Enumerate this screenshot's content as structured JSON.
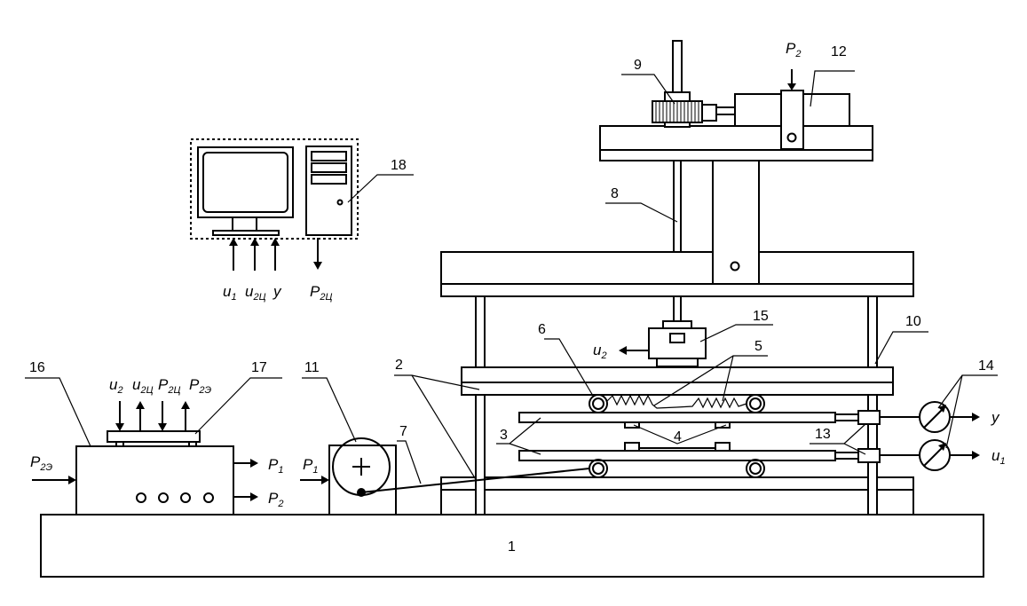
{
  "labels": {
    "base": "1",
    "plate_lower": "2",
    "sample_plates": "3",
    "spacers": "4",
    "springs": "5",
    "roller_upper": "6",
    "cable": "7",
    "screw": "8",
    "gear": "9",
    "column": "10",
    "motor_drive": "11",
    "motor_top": "12",
    "sensor_leads": "13",
    "gauges": "14",
    "force_sensor": "15",
    "controller": "16",
    "interface": "17",
    "computer": "18"
  },
  "signals": {
    "p2_top": {
      "main": "P",
      "sub": "2"
    },
    "u2_sensor": {
      "main": "u",
      "sub": "2"
    },
    "y_out": {
      "main": "y",
      "sub": ""
    },
    "u1_out": {
      "main": "u",
      "sub": "1"
    },
    "p1_in": {
      "main": "P",
      "sub": "1"
    },
    "p1_out": {
      "main": "P",
      "sub": "1"
    },
    "p2_out": {
      "main": "P",
      "sub": "2"
    },
    "p2e_in": {
      "main": "P",
      "sub": "2Э"
    },
    "iface_u2": {
      "main": "u",
      "sub": "2"
    },
    "iface_u2c": {
      "main": "u",
      "sub": "2Ц"
    },
    "iface_p2c": {
      "main": "P",
      "sub": "2Ц"
    },
    "iface_p2e": {
      "main": "P",
      "sub": "2Э"
    },
    "pc_u1": {
      "main": "u",
      "sub": "1"
    },
    "pc_u2c": {
      "main": "u",
      "sub": "2Ц"
    },
    "pc_y": {
      "main": "y",
      "sub": ""
    },
    "pc_p2c": {
      "main": "P",
      "sub": "2Ц"
    }
  }
}
